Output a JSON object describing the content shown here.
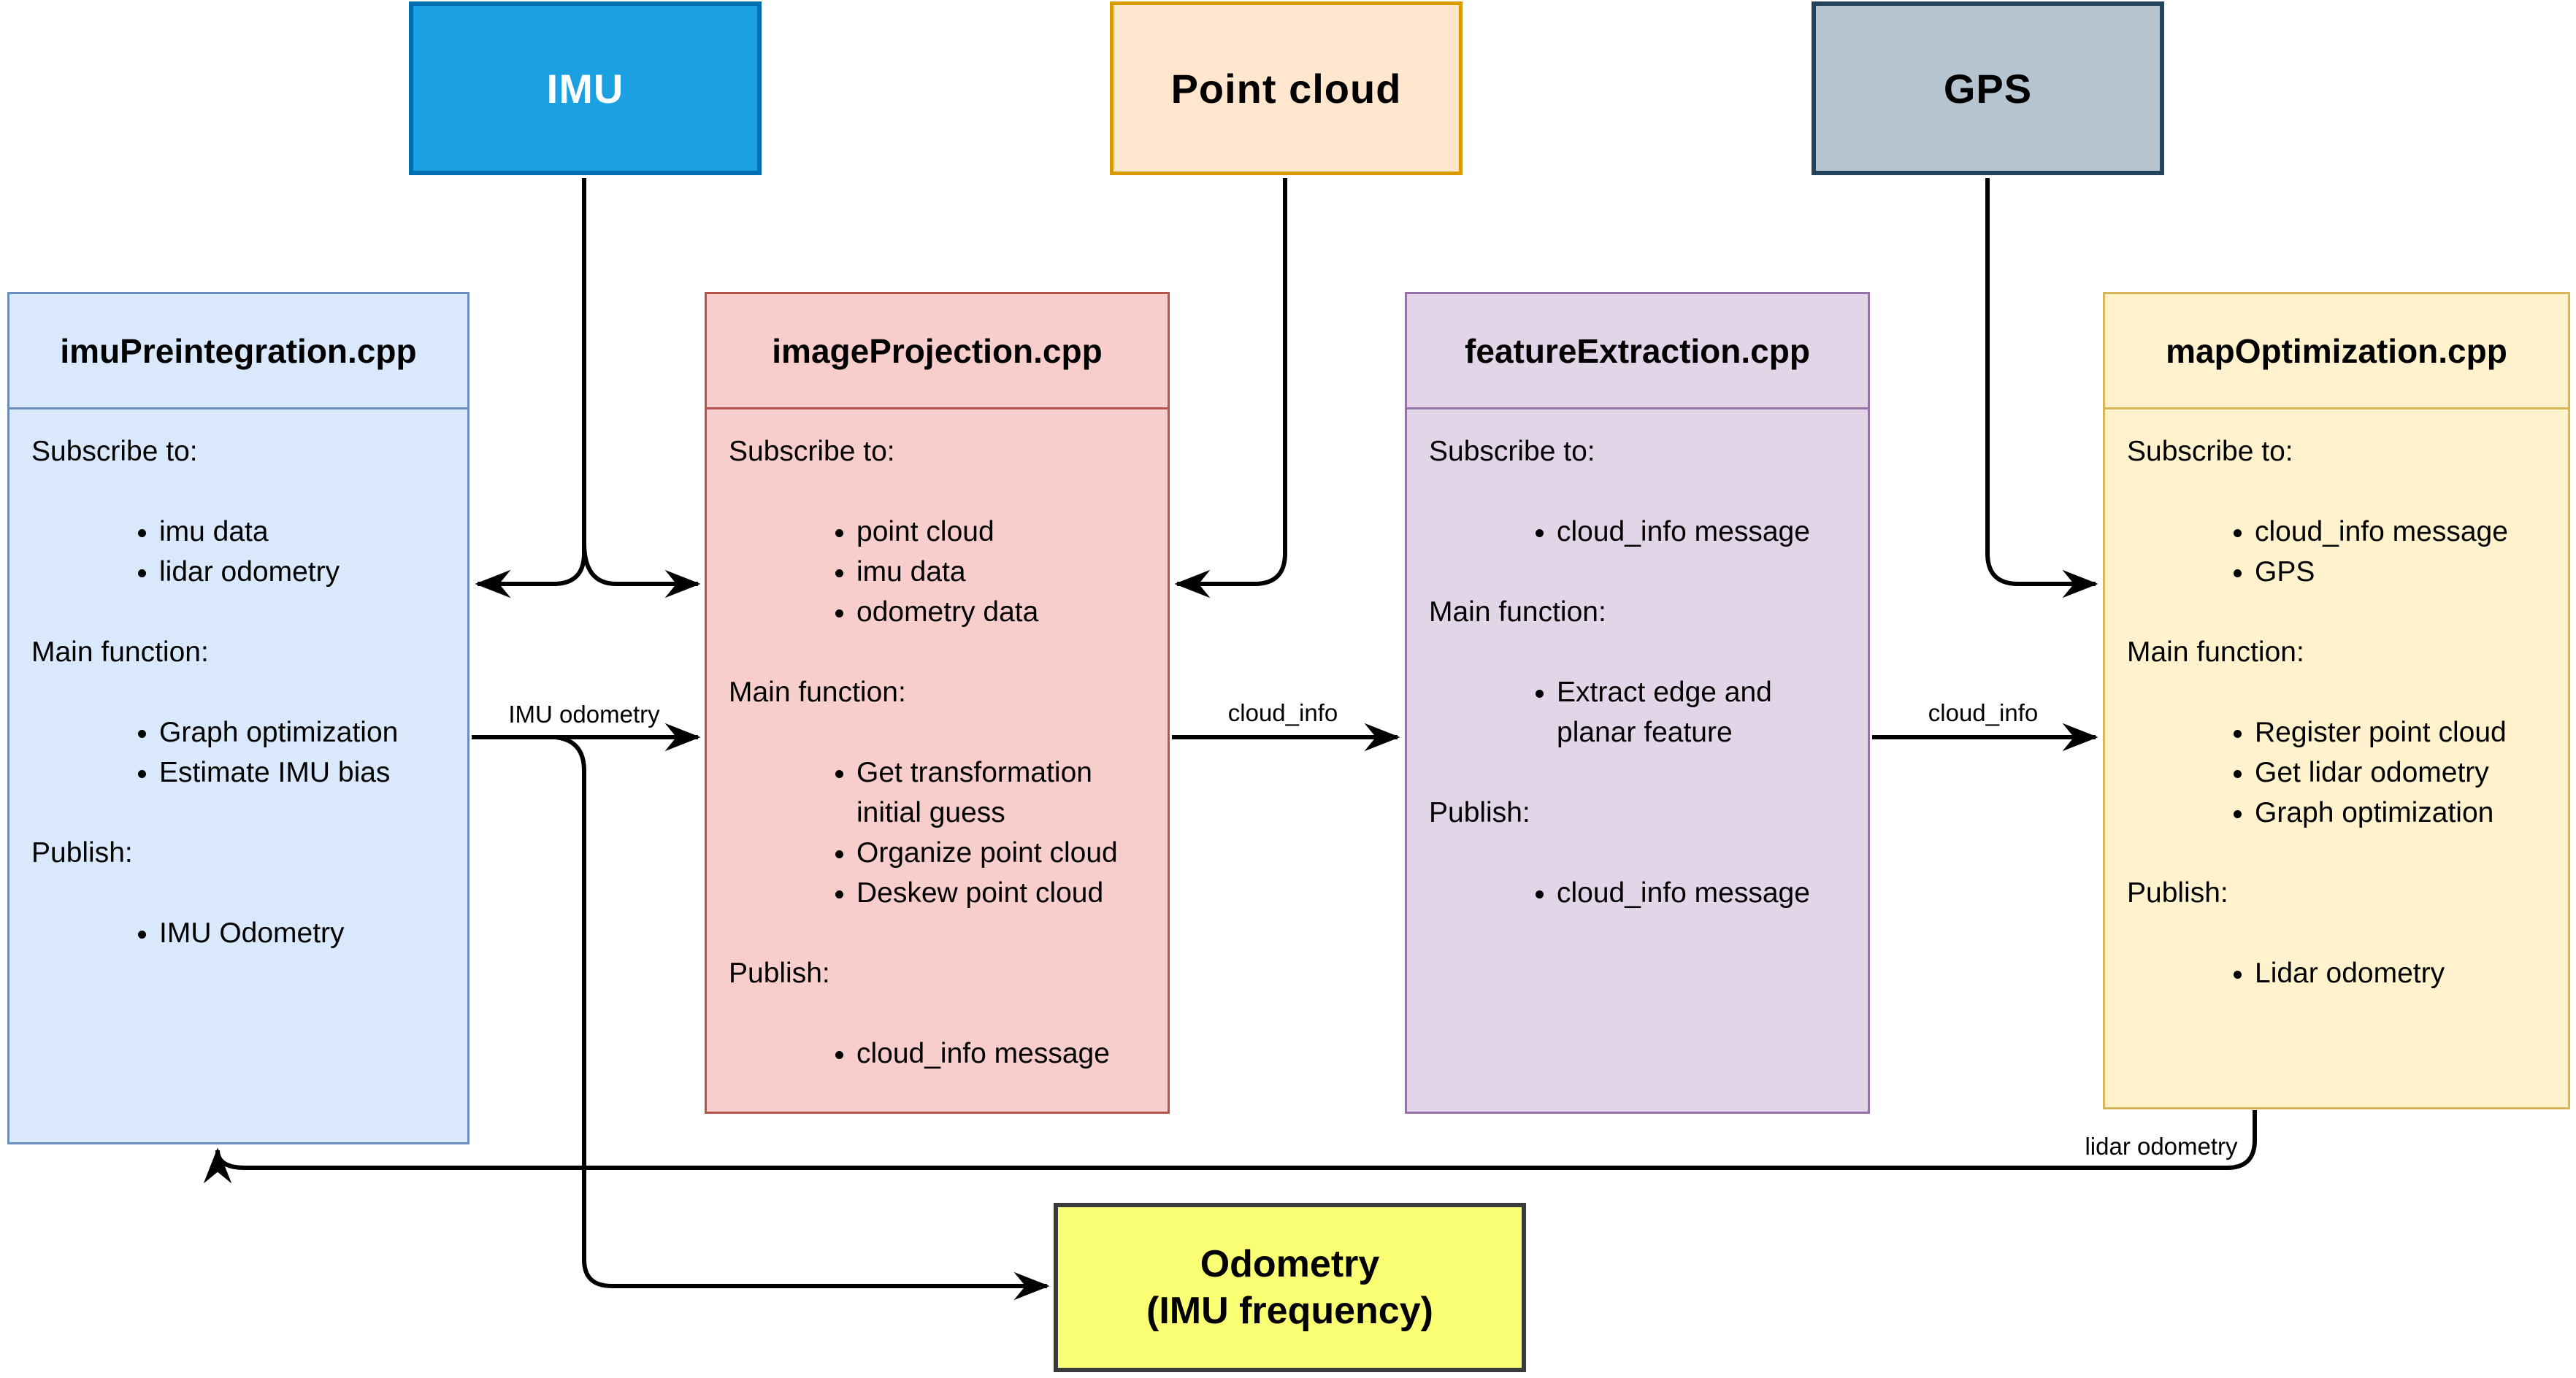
{
  "palette": {
    "imu_fill": "#1BA1E2",
    "imu_border": "#006EAF",
    "point_cloud_fill": "#FFE6CC",
    "point_cloud_border": "#D79B00",
    "gps_fill": "#B5C4CF",
    "gps_border": "#23445D",
    "module1_fill": "#DAE8FC",
    "module1_border": "#6C8EBF",
    "module2_fill": "#F8CECC",
    "module2_border": "#B85450",
    "module3_fill": "#E1D5E7",
    "module3_border": "#9673A6",
    "module4_fill": "#FFF2CC",
    "module4_border": "#D6B656",
    "output_fill": "#FAFE73",
    "output_border": "#3A3A3A",
    "arrow_color": "#000000"
  },
  "sources": [
    {
      "label": "IMU"
    },
    {
      "label": "Point cloud"
    },
    {
      "label": "GPS"
    }
  ],
  "modules": [
    {
      "title": "imuPreintegration.cpp",
      "sections": [
        {
          "heading": "Subscribe to:",
          "items": [
            "imu data",
            "lidar odometry"
          ]
        },
        {
          "heading": "Main function:",
          "items": [
            "Graph optimization",
            "Estimate IMU bias"
          ]
        },
        {
          "heading": "Publish:",
          "items": [
            "IMU Odometry"
          ]
        }
      ]
    },
    {
      "title": "imageProjection.cpp",
      "sections": [
        {
          "heading": "Subscribe to:",
          "items": [
            "point cloud",
            "imu data",
            "odometry data"
          ]
        },
        {
          "heading": "Main function:",
          "items": [
            "Get transformation initial guess",
            "Organize point cloud",
            "Deskew point cloud"
          ]
        },
        {
          "heading": "Publish:",
          "items": [
            "cloud_info message"
          ]
        }
      ]
    },
    {
      "title": "featureExtraction.cpp",
      "sections": [
        {
          "heading": "Subscribe to:",
          "items": [
            "cloud_info message"
          ]
        },
        {
          "heading": "Main function:",
          "items": [
            "Extract edge and planar feature"
          ]
        },
        {
          "heading": "Publish:",
          "items": [
            "cloud_info message"
          ]
        }
      ]
    },
    {
      "title": "mapOptimization.cpp",
      "sections": [
        {
          "heading": "Subscribe to:",
          "items": [
            "cloud_info message",
            "GPS"
          ]
        },
        {
          "heading": "Main function:",
          "items": [
            "Register point cloud",
            "Get lidar odometry",
            "Graph optimization"
          ]
        },
        {
          "heading": "Publish:",
          "items": [
            "Lidar odometry"
          ]
        }
      ]
    }
  ],
  "output_box": {
    "label_line1": "Odometry",
    "label_line2": "(IMU frequency)"
  },
  "edge_labels": {
    "imu_odometry": "IMU odometry",
    "cloud_info_1": "cloud_info",
    "cloud_info_2": "cloud_info",
    "lidar_odometry": "lidar odometry"
  }
}
